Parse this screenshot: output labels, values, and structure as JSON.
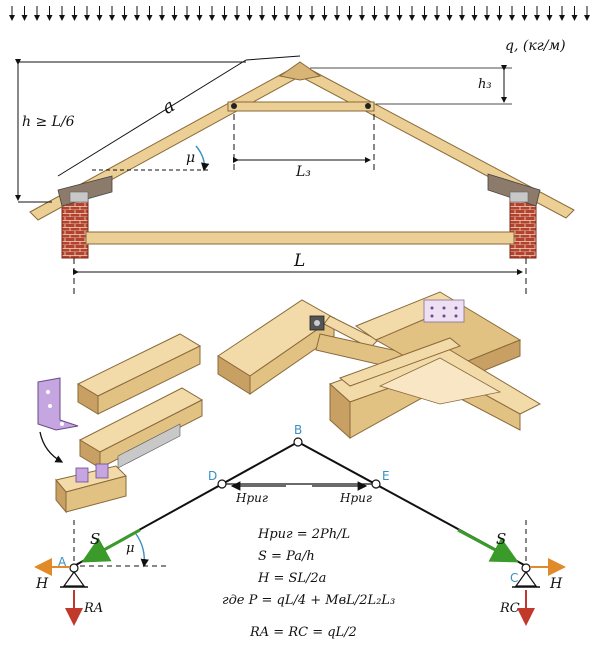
{
  "top": {
    "load": "q, (кг/м)",
    "rafter_length": "a",
    "height_rule": "h ≥ L/6",
    "crossbar_height": "h₃",
    "angle": "μ",
    "crossbar_length": "L₃",
    "span": "L"
  },
  "scheme": {
    "node_a": "A",
    "node_b": "B",
    "node_c": "C",
    "node_d": "D",
    "node_e": "E",
    "force_s_left": "S",
    "force_s_right": "S",
    "h_crossbar_left": "Hриг",
    "h_crossbar_right": "Hриг",
    "h_left": "H",
    "h_right": "H",
    "ra": "RA",
    "rc": "RC",
    "angle": "μ"
  },
  "formulas": [
    "Hриг = 2Ph/L",
    "S = Pa/h",
    "H = SL/2a",
    "где P = qL/4 + MвL/2L₂L₃",
    "RA = RC = qL/2"
  ],
  "colors": {
    "wood": "#eccf95",
    "wood_dark": "#b9904f",
    "brick": "#b4432e",
    "force_green": "#3a9a2a",
    "reaction_red": "#c0392b",
    "horizontal_orange": "#e08a2a",
    "label_blue": "#3a8fc4",
    "bracket_purple": "#a278c4"
  }
}
